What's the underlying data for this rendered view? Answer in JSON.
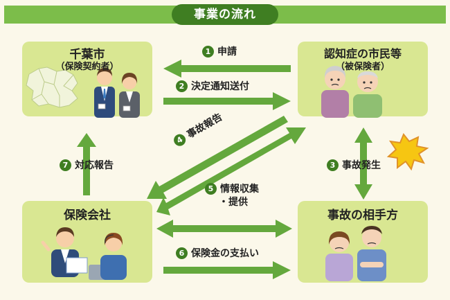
{
  "title": "事業の流れ",
  "nodes": {
    "city": {
      "title": "千葉市",
      "subtitle": "（保険契約者）"
    },
    "citizen": {
      "title": "認知症の市民等",
      "subtitle": "（被保険者）"
    },
    "insurer": {
      "title": "保険会社"
    },
    "party": {
      "title": "事故の相手方"
    }
  },
  "steps": {
    "s1": {
      "num": "1",
      "label": "申請"
    },
    "s2": {
      "num": "2",
      "label": "決定通知送付"
    },
    "s3": {
      "num": "3",
      "label": "事故発生"
    },
    "s4": {
      "num": "4",
      "label": "事故報告"
    },
    "s5": {
      "num": "5",
      "label_line1": "情報収集",
      "label_line2": "・提供"
    },
    "s6": {
      "num": "6",
      "label": "保険金の支払い"
    },
    "s7": {
      "num": "7",
      "label": "対応報告"
    }
  },
  "colors": {
    "arrow": "#64a83d",
    "box": "#d9e792",
    "accent": "#3f7e22",
    "background": "#fbf8ea"
  }
}
